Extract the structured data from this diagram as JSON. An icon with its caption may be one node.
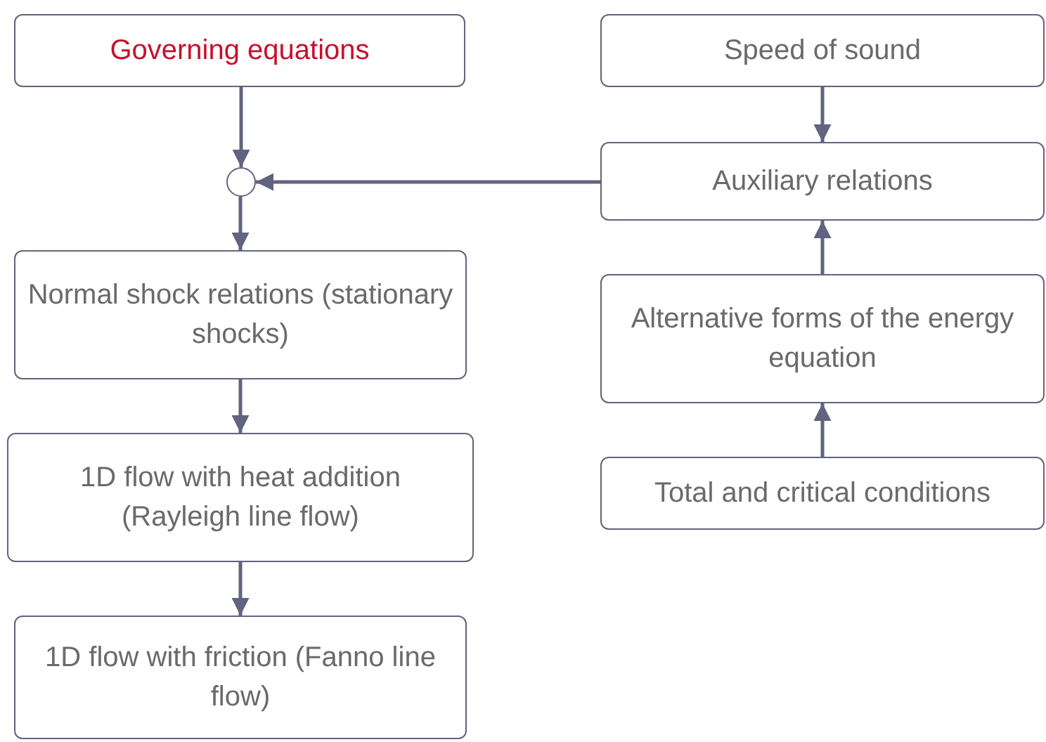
{
  "diagram": {
    "nodes": [
      {
        "text": [
          "Governing equations"
        ]
      },
      {
        "text": [],
        "shape": "circle"
      },
      {
        "text": [
          "Normal shock relations (stationary shocks)"
        ]
      },
      {
        "text": [
          "1D flow with heat addition (Rayleigh line flow)"
        ]
      },
      {
        "text": [
          "1D flow with friction (Fanno line flow)"
        ]
      },
      {
        "text": [
          "Speed of sound"
        ]
      },
      {
        "text": [
          "Auxiliary relations"
        ]
      },
      {
        "text": [
          "Alternative forms of the energy equation"
        ]
      },
      {
        "text": [
          "Total and critical conditions"
        ]
      }
    ],
    "edges": [
      {
        "from": 0,
        "to": 1,
        "arrow": "to"
      },
      {
        "from": 6,
        "to": 1,
        "arrow": "to"
      },
      {
        "from": 1,
        "to": 2,
        "arrow": "to"
      },
      {
        "from": 2,
        "to": 3,
        "arrow": "to"
      },
      {
        "from": 3,
        "to": 4,
        "arrow": "to"
      },
      {
        "from": 5,
        "to": 6,
        "arrow": "to"
      },
      {
        "from": 7,
        "to": 6,
        "arrow": "to"
      },
      {
        "from": 8,
        "to": 7,
        "arrow": "to"
      }
    ]
  }
}
